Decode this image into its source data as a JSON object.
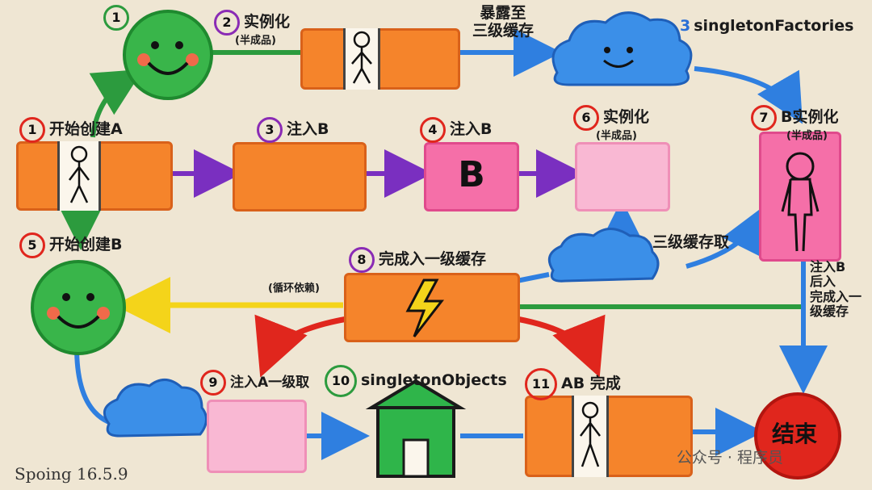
{
  "nodes": {
    "n1_top": "1",
    "n2": {
      "num": "2",
      "title": "实例化",
      "sub": "(半成品)"
    },
    "expose": {
      "line1": "暴露至",
      "line2": "三级缓存"
    },
    "n3_top": {
      "num": "3",
      "title": "singletonFactories"
    },
    "n1": {
      "num": "1",
      "title": "开始创建A"
    },
    "n3": {
      "num": "3",
      "title": "注入B"
    },
    "n4": {
      "num": "4",
      "title": "注入B",
      "box_text": "B"
    },
    "n6": {
      "num": "6",
      "title": "实例化",
      "sub": "(半成品)"
    },
    "n7": {
      "num": "7",
      "title": "B实例化",
      "sub": "(半成品)"
    },
    "n5": {
      "num": "5",
      "title": "开始创建B"
    },
    "n8": {
      "num": "8",
      "title": "完成入一级缓存"
    },
    "cycle": "(循环依赖)",
    "fetch3": "三级缓存取",
    "after_b": {
      "l1": "注入B",
      "l2": "后入",
      "l3": "完成入一",
      "l4": "级缓存"
    },
    "n9": {
      "num": "9",
      "title": "注入A一级取"
    },
    "n10": {
      "num": "10",
      "title": "singletonObjects"
    },
    "n11": {
      "num": "11",
      "title": "AB 完成"
    },
    "end": "结束"
  },
  "footer": {
    "stamp": "Spoing 16.5.9",
    "watermark": "公众号 · 程序员"
  },
  "colors": {
    "purple": "#7a2fc0",
    "blue": "#2f7fe0",
    "green": "#2c9b3e",
    "yellow": "#f4d41a",
    "red": "#e0261d",
    "orange": "#f5842b",
    "pink": "#f56fa8",
    "cloud": "#3b8fe8"
  }
}
